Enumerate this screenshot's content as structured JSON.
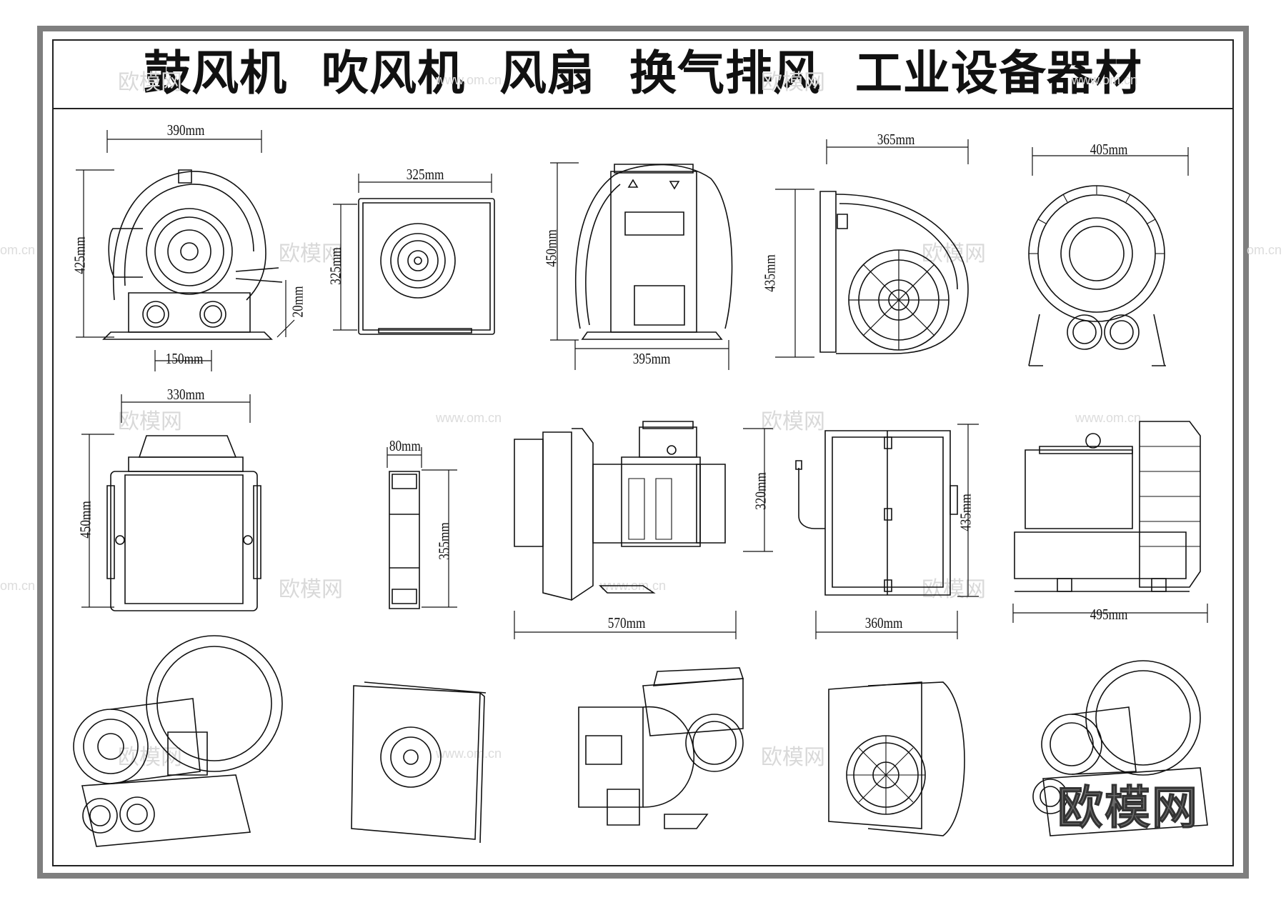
{
  "title": "鼓风机  吹风机  风扇  换气排风  工业设备器材",
  "dimensions": {
    "fan1_width": "390mm",
    "fan1_height": "425mm",
    "fan1_base": "150mm",
    "fan1_offset": "20mm",
    "fan2_width": "325mm",
    "fan2_height": "325mm",
    "fan3_height": "450mm",
    "fan3_width": "395mm",
    "fan4_width": "365mm",
    "fan4_height": "435mm",
    "fan5_width": "405mm",
    "fan6_width": "330mm",
    "fan6_height": "450mm",
    "fan7_depth": "80mm",
    "fan7_height": "355mm",
    "fan8_height": "320mm",
    "fan8_width": "570mm",
    "fan9_height": "435mm",
    "fan9_width": "360mm",
    "fan10_width": "495mm"
  },
  "watermark": {
    "brand": "欧模网",
    "url": "www.om.cn",
    "url_short": "om.cn",
    "url_long": "www.om.cn"
  }
}
